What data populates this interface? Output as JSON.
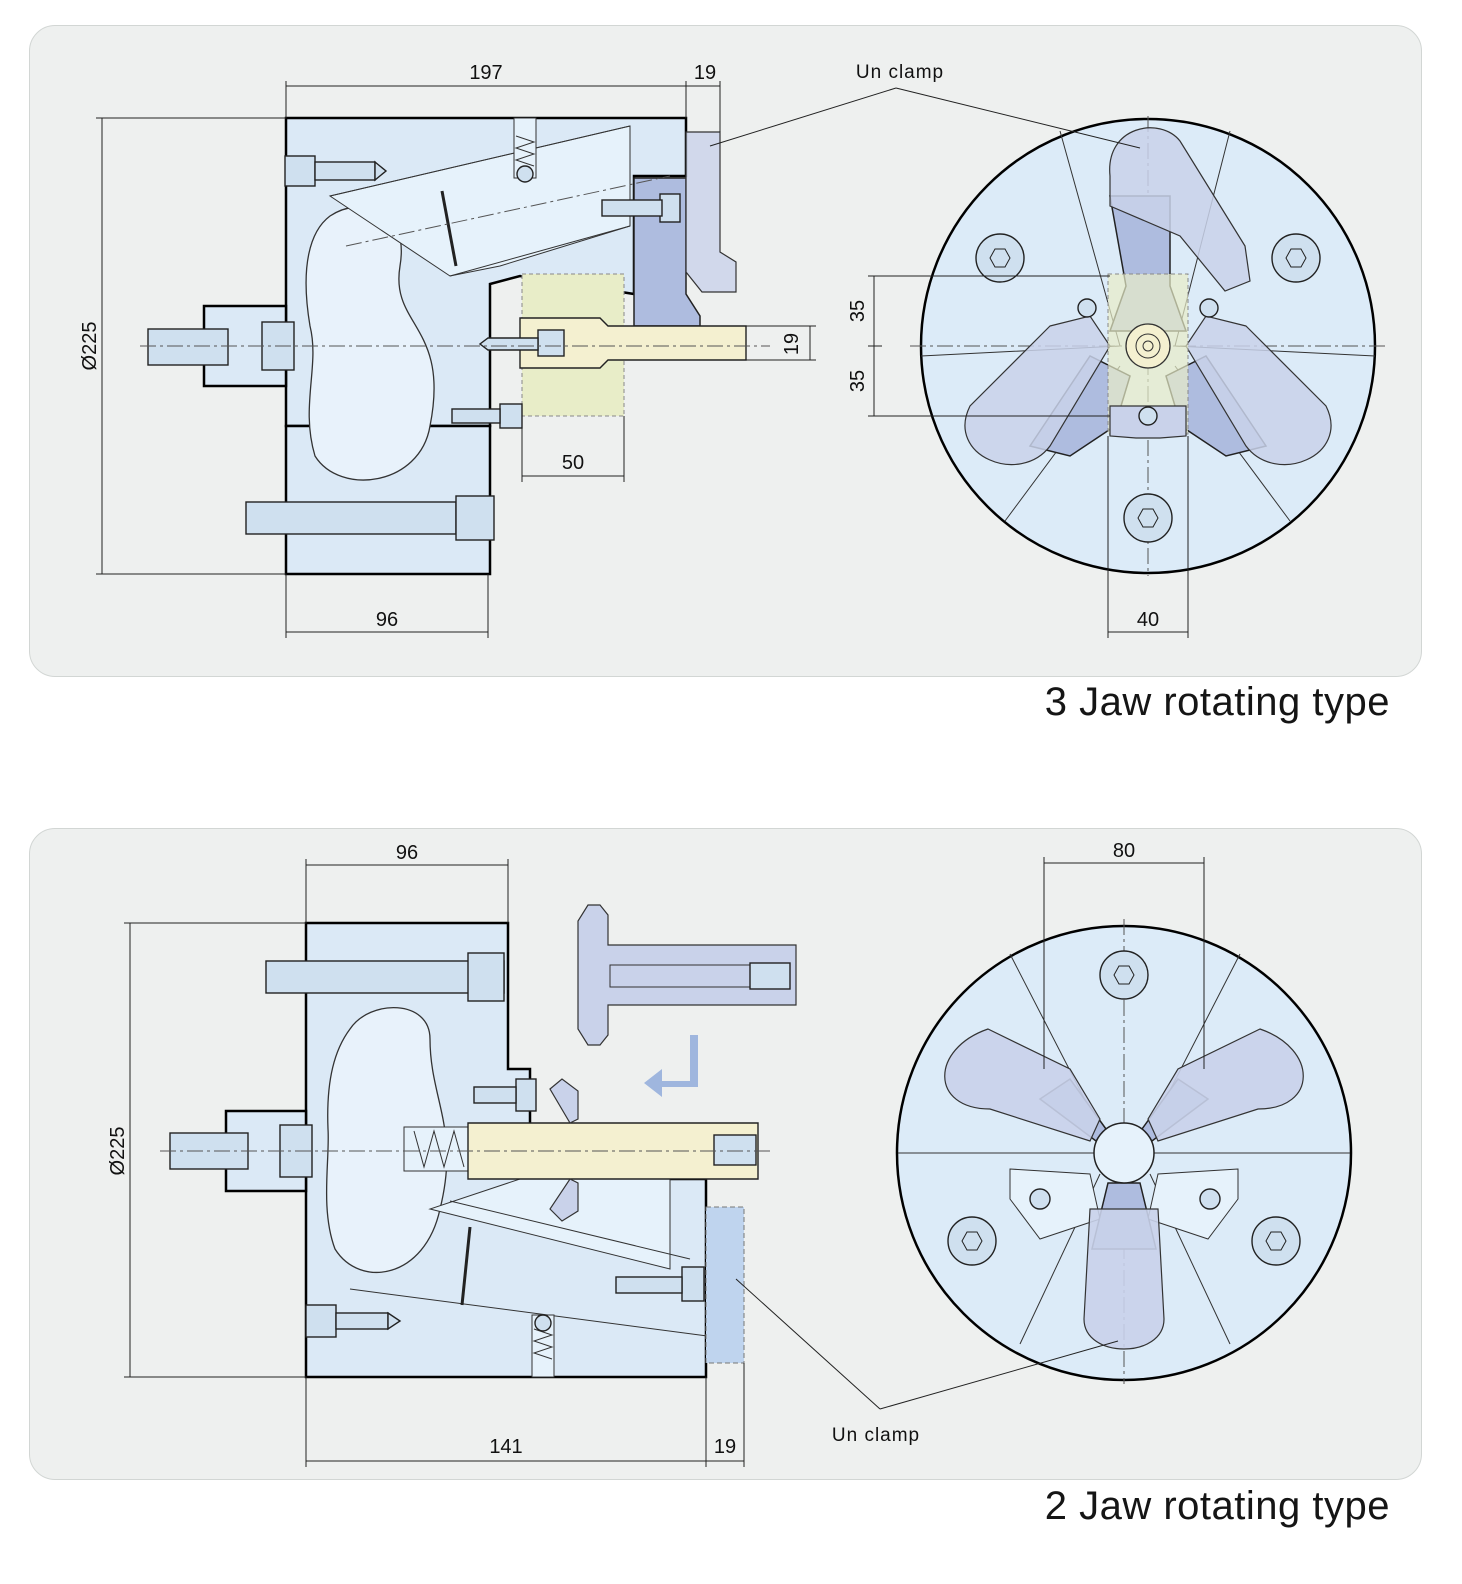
{
  "diagrams": {
    "top": {
      "caption": "3 Jaw rotating type",
      "label_unclamp": "Un clamp",
      "dims": {
        "d_197": "197",
        "d_19_top": "19",
        "d_diameter": "Ø225",
        "d_19_side": "19",
        "d_50": "50",
        "d_96": "96",
        "d_35_upper": "35",
        "d_35_lower": "35",
        "d_40": "40"
      }
    },
    "bottom": {
      "caption": "2 Jaw rotating type",
      "label_unclamp": "Un clamp",
      "dims": {
        "d_96": "96",
        "d_diameter": "Ø225",
        "d_141": "141",
        "d_19": "19",
        "d_80": "80"
      }
    }
  },
  "colors": {
    "panel_background": "#eef0ef",
    "body_fill": "#dbe9f6",
    "jaw_fill": "#aebcdf",
    "workpiece_fill": "#e8edc8"
  }
}
